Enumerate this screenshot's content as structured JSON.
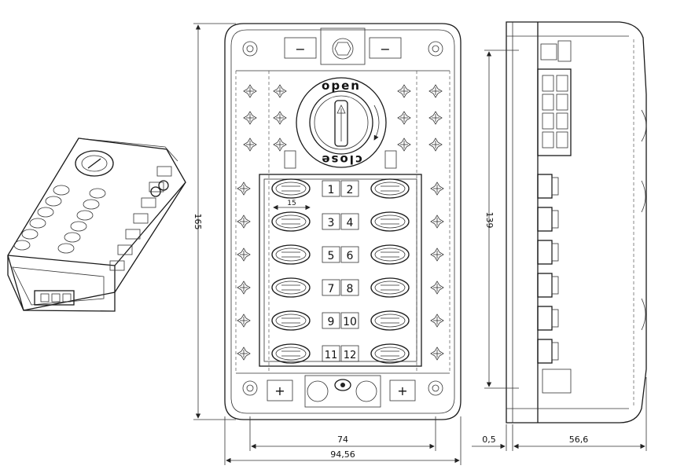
{
  "dimensions": {
    "height_total": "165",
    "height_inner": "139",
    "width_inner": "74",
    "width_total": "94,56",
    "offset": "0,5",
    "depth": "56,6",
    "fuse_pitch": "15"
  },
  "dial": {
    "open_label": "open",
    "close_label": "close"
  },
  "fuse_numbers": [
    [
      "1",
      "2"
    ],
    [
      "3",
      "4"
    ],
    [
      "5",
      "6"
    ],
    [
      "7",
      "8"
    ],
    [
      "9",
      "10"
    ],
    [
      "11",
      "12"
    ]
  ],
  "polarity": {
    "minus": "−",
    "plus": "+"
  }
}
